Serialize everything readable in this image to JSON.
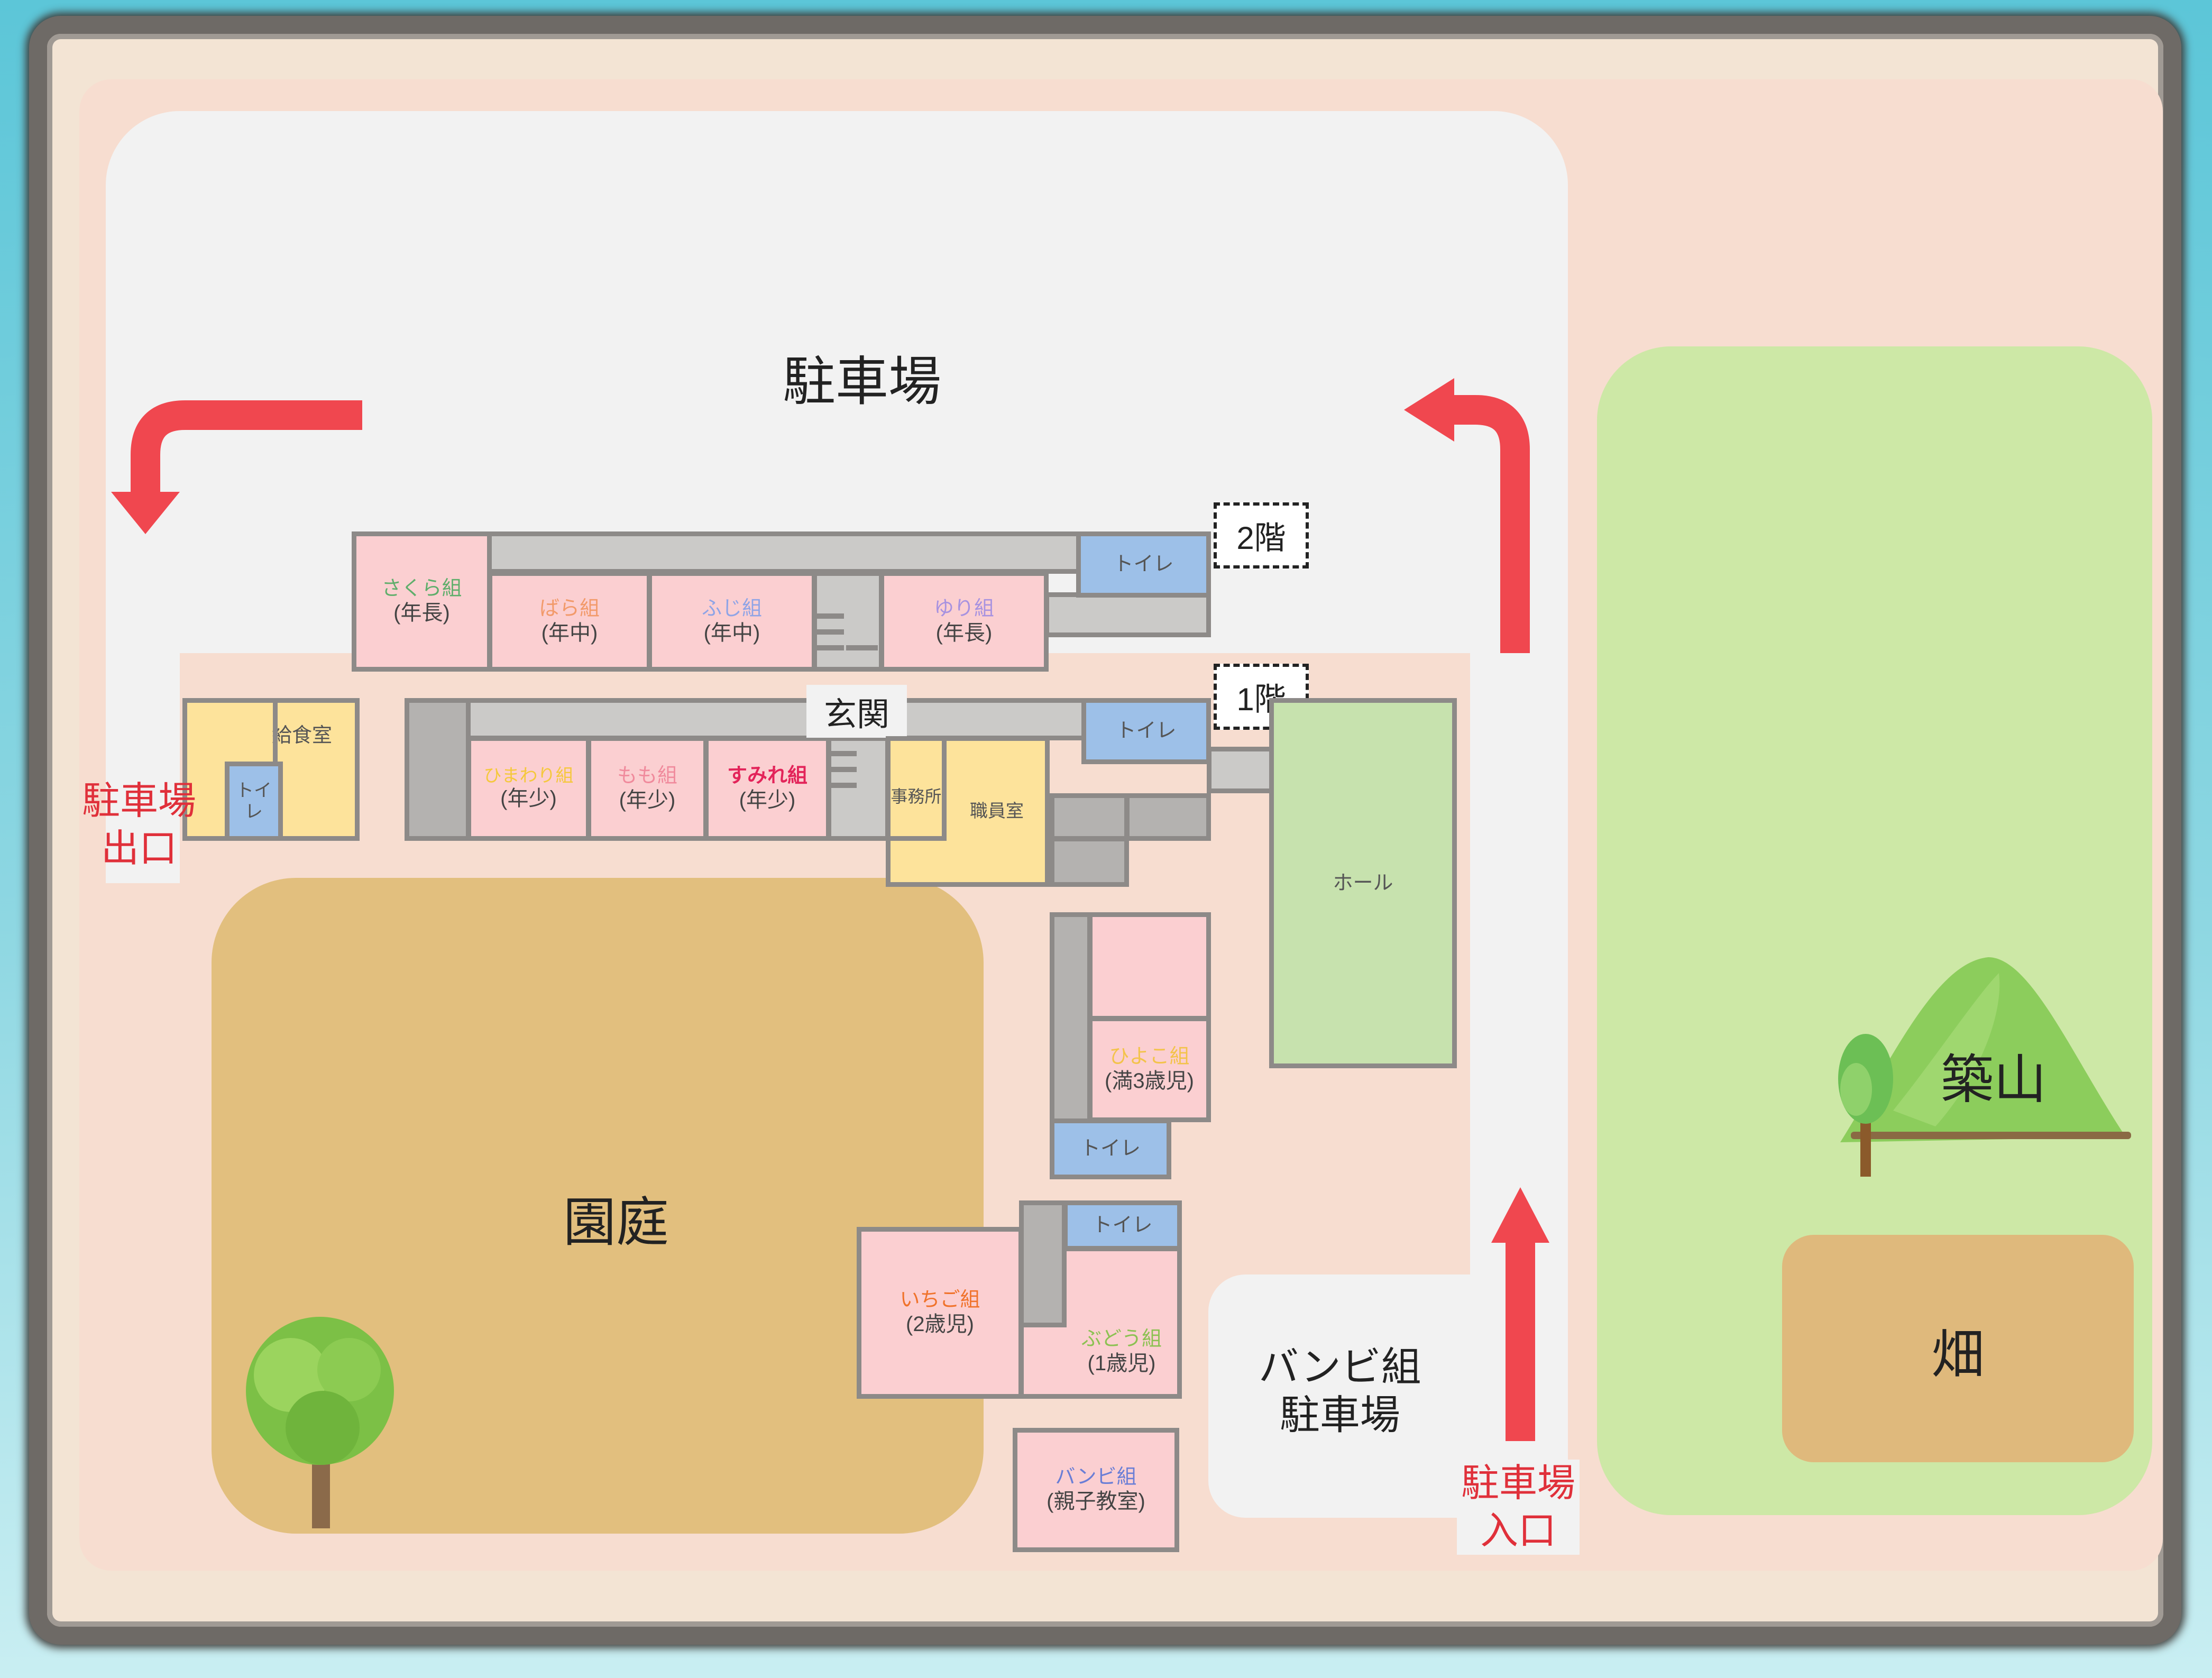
{
  "areas": {
    "parking_main": "駐車場",
    "garden": "園庭",
    "hill": "築山",
    "field": "畑",
    "bambi_parking": [
      "バンビ組",
      "駐車場"
    ],
    "parking_exit": [
      "駐車場",
      "出口"
    ],
    "parking_entrance": [
      "駐車場",
      "入口"
    ]
  },
  "floors": {
    "second": "2階",
    "first": "1階"
  },
  "entrance": "玄関",
  "second_floor": {
    "rooms": [
      {
        "name": "さくら組",
        "grade": "(年長)",
        "color": "#5fae6b"
      },
      {
        "name": "ばら組",
        "grade": "(年中)",
        "color": "#f29a6a"
      },
      {
        "name": "ふじ組",
        "grade": "(年中)",
        "color": "#8fa4e6"
      },
      {
        "name": "ゆり組",
        "grade": "(年長)",
        "color": "#a792e0"
      }
    ],
    "toilet": "トイレ"
  },
  "first_floor": {
    "kitchen": "給食室",
    "kitchen_toilet": "トイレ",
    "rooms": [
      {
        "name": "ひまわり組",
        "grade": "(年少)",
        "color": "#f5c83c"
      },
      {
        "name": "もも組",
        "grade": "(年少)",
        "color": "#f08a9c"
      },
      {
        "name": "すみれ組",
        "grade": "(年少)",
        "color": "#e3245a"
      }
    ],
    "office": "事務所",
    "staff_room": "職員室",
    "toilet": "トイレ",
    "hall": "ホール",
    "hiyoko": {
      "name": "ひよこ組",
      "grade": "(満3歳児)",
      "color": "#f3c34a"
    },
    "toilet_lower": "トイレ",
    "toilet_bottom": "トイレ",
    "ichigo": {
      "name": "いちご組",
      "grade": "(2歳児)",
      "color": "#f0722a"
    },
    "budou": {
      "name": "ぶどう組",
      "grade": "(1歳児)",
      "color": "#8cc152"
    },
    "bambi": {
      "name": "バンビ組",
      "grade": "(親子教室)",
      "color": "#6a7ed6"
    }
  },
  "colors": {
    "arrow": "#f0474f",
    "red_label": "#e0303a",
    "pink_room": "#fbcfd1",
    "blue_room": "#9dc0e8",
    "yellow_room": "#fde39b",
    "hall": "#c7e2ae"
  }
}
